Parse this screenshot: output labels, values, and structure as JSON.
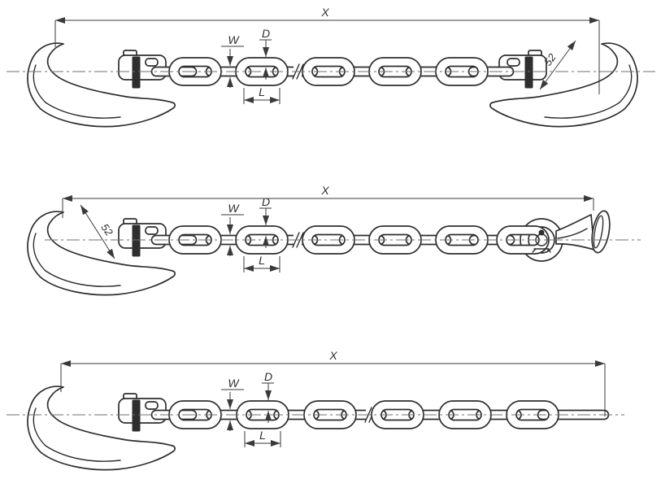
{
  "diagram": {
    "background": "#ffffff",
    "ink_color": "#2e2e2e",
    "centerline_color": "#6f6f6f",
    "rows": [
      {
        "name": "chain-assembly-hook-both-ends",
        "x_label": "X",
        "w_label": "W",
        "d_label": "D",
        "l_label": "L",
        "angle_label": "52"
      },
      {
        "name": "chain-assembly-hook-and-t-end-fitting",
        "x_label": "X",
        "w_label": "W",
        "d_label": "D",
        "l_label": "L",
        "angle_label": "52"
      },
      {
        "name": "chain-assembly-hook-and-open-end",
        "x_label": "X",
        "w_label": "W",
        "d_label": "D",
        "l_label": "L"
      }
    ]
  }
}
